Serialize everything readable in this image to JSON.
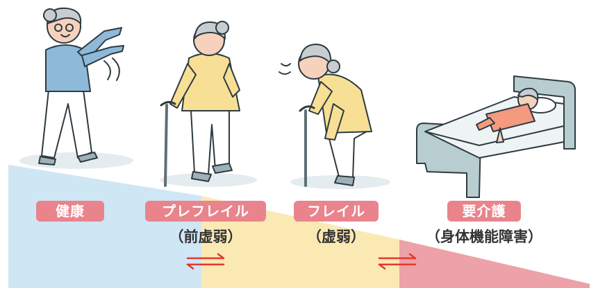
{
  "colors": {
    "healthy_band": "#cfe6f5",
    "prefrail_band": "#fbe9b4",
    "frail_band": "#f8e1b0",
    "care_band": "#eda1a8",
    "label_bg": "#e9848c",
    "arrow": "#e8362c"
  },
  "stages": [
    {
      "label": "健康",
      "sub": ""
    },
    {
      "label": "プレフレイル",
      "sub": "（前虚弱）"
    },
    {
      "label": "フレイル",
      "sub": "（虚弱）"
    },
    {
      "label": "要介護",
      "sub": "（身体機能障害）"
    }
  ],
  "icons": [
    "reversible-arrow-icon",
    "reversible-arrow-icon"
  ]
}
